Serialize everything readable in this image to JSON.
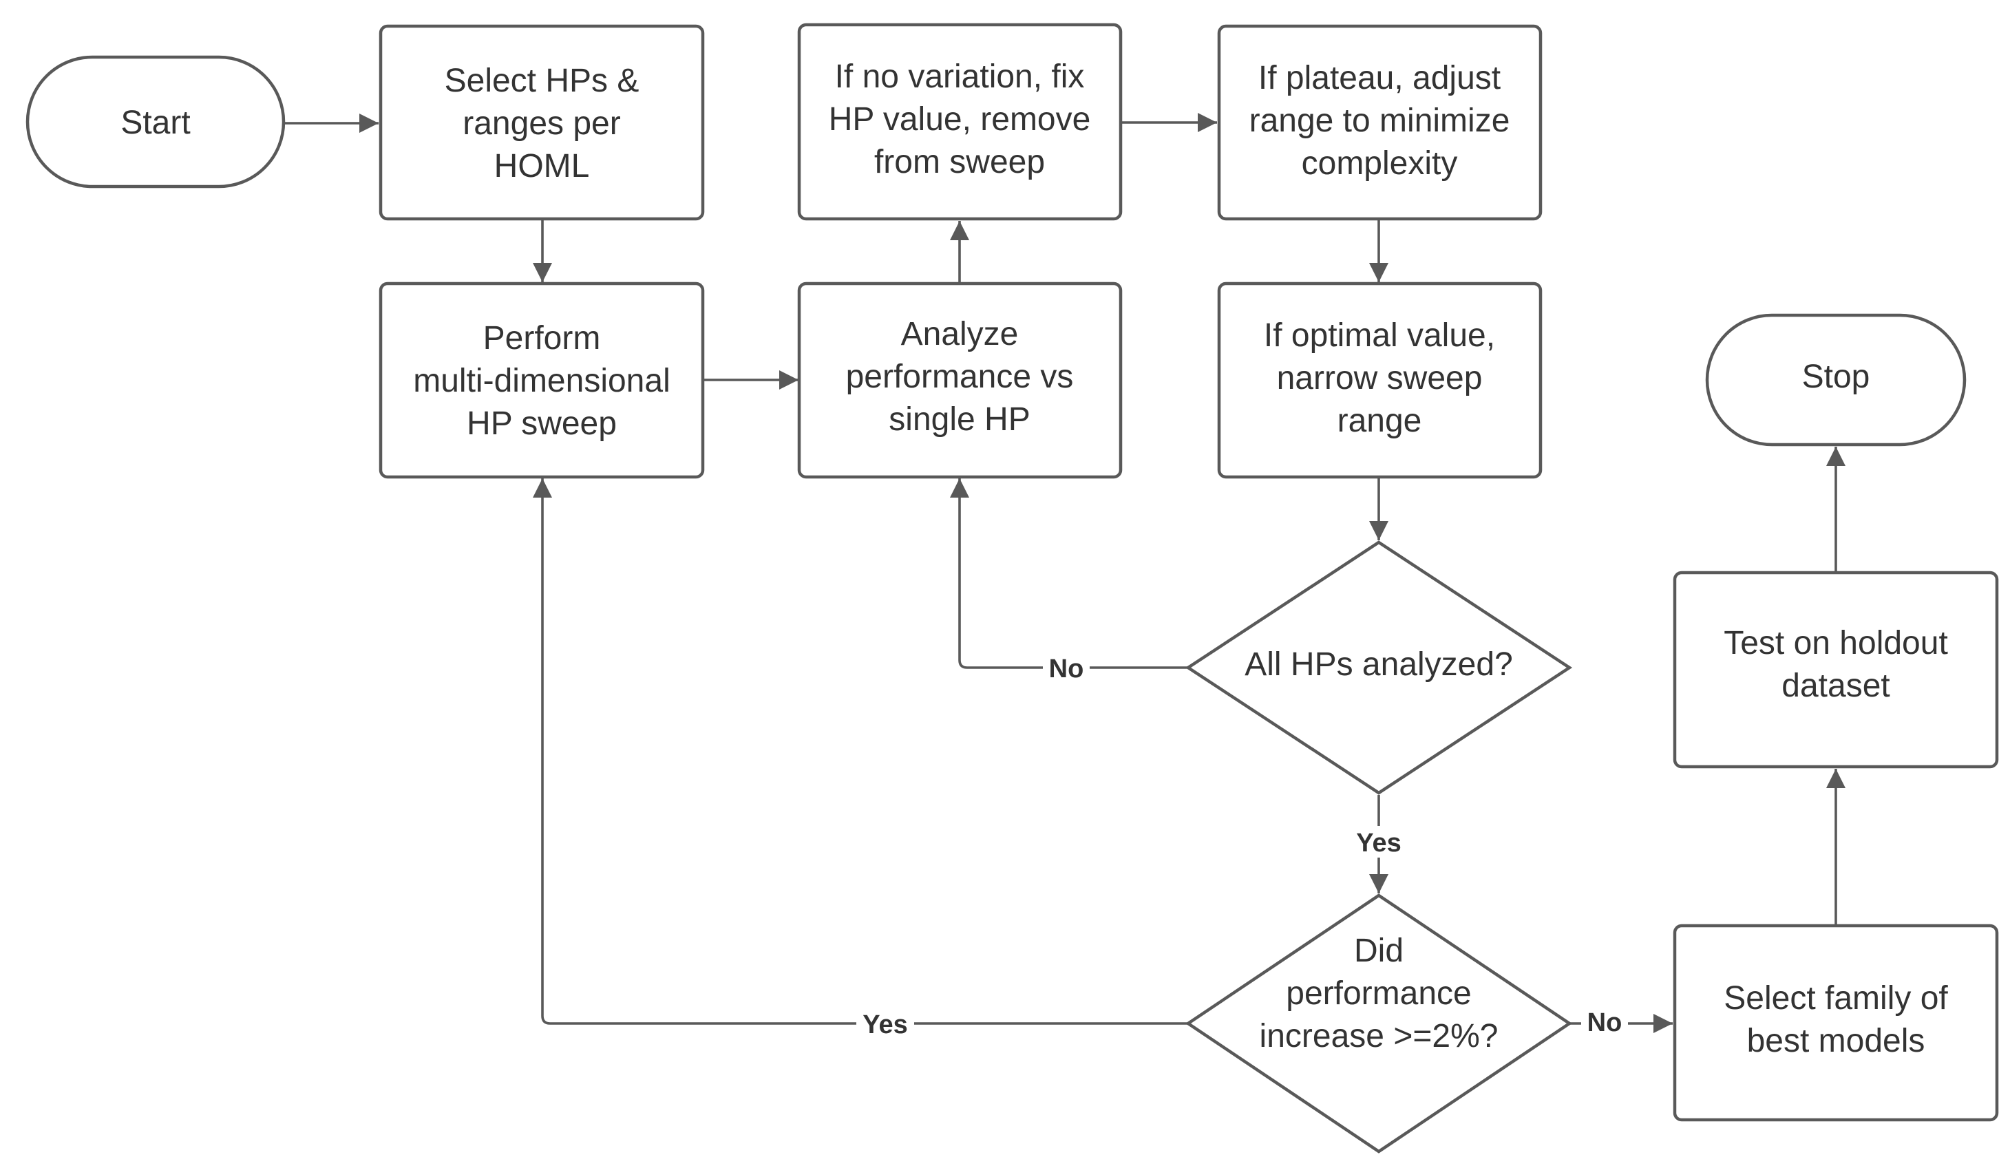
{
  "flowchart": {
    "nodes": {
      "start": {
        "lines": [
          "Start"
        ]
      },
      "select_hps": {
        "lines": [
          "Select HPs &",
          "ranges per",
          "HOML"
        ]
      },
      "perform_sweep": {
        "lines": [
          "Perform",
          "multi-dimensional",
          "HP sweep"
        ]
      },
      "analyze": {
        "lines": [
          "Analyze",
          "performance vs",
          "single HP"
        ]
      },
      "no_variation": {
        "lines": [
          "If no variation, fix",
          "HP value, remove",
          "from sweep"
        ]
      },
      "plateau": {
        "lines": [
          "If plateau, adjust",
          "range to minimize",
          "complexity"
        ]
      },
      "optimal": {
        "lines": [
          "If optimal value,",
          "narrow sweep",
          "range"
        ]
      },
      "all_hps": {
        "lines": [
          "All HPs analyzed?"
        ]
      },
      "did_perf": {
        "lines": [
          "Did",
          "performance",
          "increase >=2%?"
        ]
      },
      "select_family": {
        "lines": [
          "Select family of",
          "best models"
        ]
      },
      "test_holdout": {
        "lines": [
          "Test on holdout",
          "dataset"
        ]
      },
      "stop": {
        "lines": [
          "Stop"
        ]
      }
    },
    "edge_labels": {
      "all_hps_no": "No",
      "all_hps_yes": "Yes",
      "did_perf_yes": "Yes",
      "did_perf_no": "No"
    },
    "colors": {
      "stroke": "#595959",
      "text": "#333333",
      "background": "#ffffff"
    }
  }
}
